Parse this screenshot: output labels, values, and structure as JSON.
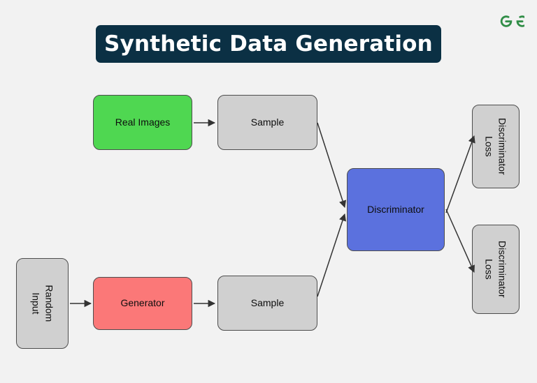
{
  "page": {
    "background_color": "#f2f2f2"
  },
  "brand": {
    "logo_name": "geeksforgeeks-logo",
    "logo_color": "#308d46"
  },
  "header": {
    "title": "Synthetic Data Generation",
    "banner_color": "#0b3044",
    "title_color": "#ffffff"
  },
  "diagram": {
    "type": "flowchart",
    "nodes": [
      {
        "id": "real-images",
        "label": "Real Images",
        "color": "#4fd751",
        "orientation": "horizontal"
      },
      {
        "id": "sample-real",
        "label": "Sample",
        "color": "#d0d0d0",
        "orientation": "horizontal"
      },
      {
        "id": "random-input",
        "label_line1": "Random",
        "label_line2": "Input",
        "color": "#d0d0d0",
        "orientation": "vertical"
      },
      {
        "id": "generator",
        "label": "Generator",
        "color": "#fb7878",
        "orientation": "horizontal"
      },
      {
        "id": "sample-fake",
        "label": "Sample",
        "color": "#d0d0d0",
        "orientation": "horizontal"
      },
      {
        "id": "discriminator",
        "label": "Discriminator",
        "color": "#5b71de",
        "orientation": "horizontal"
      },
      {
        "id": "discriminator-loss-top",
        "label_line1": "Discriminator",
        "label_line2": "Loss",
        "color": "#d0d0d0",
        "orientation": "vertical"
      },
      {
        "id": "discriminator-loss-bottom",
        "label_line1": "Discriminator",
        "label_line2": "Loss",
        "color": "#d0d0d0",
        "orientation": "vertical"
      }
    ],
    "edges": [
      {
        "from": "real-images",
        "to": "sample-real",
        "style": "straight"
      },
      {
        "from": "random-input",
        "to": "generator",
        "style": "straight"
      },
      {
        "from": "generator",
        "to": "sample-fake",
        "style": "straight"
      },
      {
        "from": "sample-real",
        "to": "discriminator",
        "style": "diagonal"
      },
      {
        "from": "sample-fake",
        "to": "discriminator",
        "style": "diagonal"
      },
      {
        "from": "discriminator",
        "to": "discriminator-loss-top",
        "style": "diagonal"
      },
      {
        "from": "discriminator",
        "to": "discriminator-loss-bottom",
        "style": "diagonal"
      }
    ],
    "edge_color": "#333333"
  }
}
